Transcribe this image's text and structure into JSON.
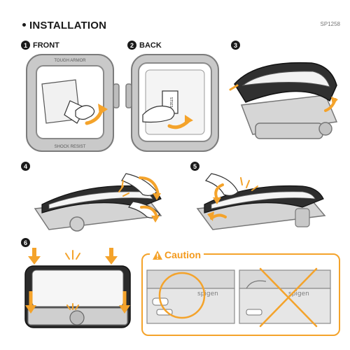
{
  "header": {
    "title": "INSTALLATION",
    "code": "SP1258"
  },
  "steps": [
    {
      "number": "1",
      "label": "FRONT"
    },
    {
      "number": "2",
      "label": "BACK"
    },
    {
      "number": "3",
      "label": ""
    },
    {
      "number": "4",
      "label": ""
    },
    {
      "number": "5",
      "label": ""
    },
    {
      "number": "6",
      "label": ""
    }
  ],
  "case_text": {
    "front_top": "TOUGH ARMOR",
    "front_bottom": "SHOCK RESIST",
    "back_tag": "ST923"
  },
  "caution": {
    "label": "Caution",
    "icon": "warning-triangle-icon",
    "brand": "spigen"
  },
  "colors": {
    "accent": "#f4a32b",
    "dark": "#1a1a1a",
    "case_gray": "#9a9a9a"
  }
}
